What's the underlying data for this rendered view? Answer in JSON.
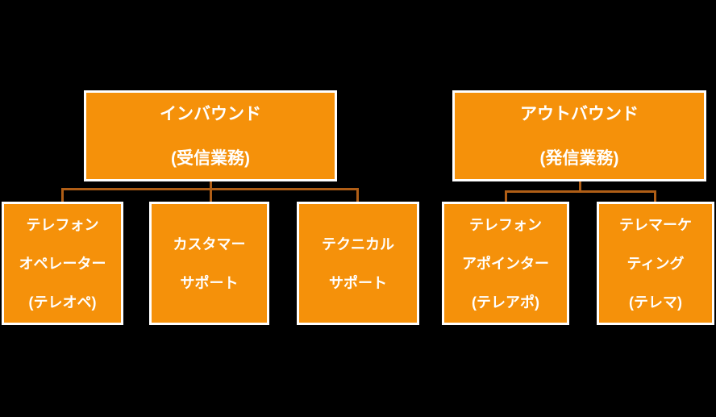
{
  "diagram": {
    "title_semantic": "call-center-organization-chart",
    "language": "ja"
  },
  "colors": {
    "background": "#000000",
    "box_fill": "#F5910A",
    "box_border": "#FFFFFF",
    "connector": "#B05E16",
    "text": "#FFFFFF"
  },
  "groups": [
    {
      "id": "inbound",
      "parent": {
        "lines": [
          "インバウンド",
          "(受信業務)"
        ]
      },
      "children": [
        {
          "id": "telephone-operator",
          "lines": [
            "テレフォン",
            "オペレーター",
            "(テレオペ)"
          ]
        },
        {
          "id": "customer-support",
          "lines": [
            "カスタマー",
            "サポート"
          ]
        },
        {
          "id": "technical-support",
          "lines": [
            "テクニカル",
            "サポート"
          ]
        }
      ]
    },
    {
      "id": "outbound",
      "parent": {
        "lines": [
          "アウトバウンド",
          "(発信業務)"
        ]
      },
      "children": [
        {
          "id": "telephone-appointer",
          "lines": [
            "テレフォン",
            "アポインター",
            "(テレアポ)"
          ]
        },
        {
          "id": "telemarketing",
          "lines": [
            "テレマーケ",
            "ティング",
            "(テレマ)"
          ]
        }
      ]
    }
  ]
}
